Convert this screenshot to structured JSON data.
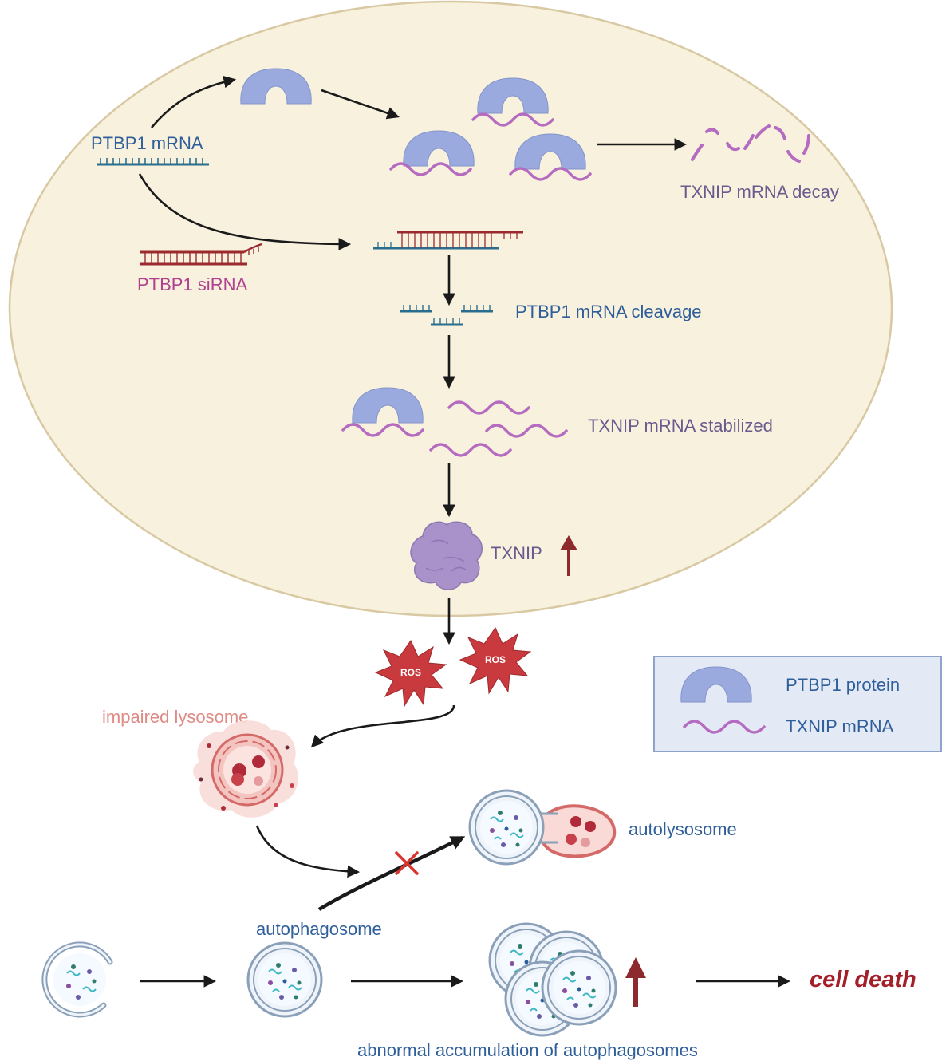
{
  "labels": {
    "ptbp1_mrna": "PTBP1 mRNA",
    "ptbp1_sirna": "PTBP1 siRNA",
    "txnip_decay": "TXNIP mRNA decay",
    "cleavage": "PTBP1 mRNA cleavage",
    "stabilized": "TXNIP mRNA stabilized",
    "txnip": "TXNIP",
    "ros": "ROS",
    "impaired_lysosome": "impaired lysosome",
    "autolysosome": "autolysosome",
    "autophagosome": "autophagosome",
    "cell_death": "cell death",
    "abnormal_accumulation": "abnormal accumulation of autophagosomes"
  },
  "legend": {
    "protein": "PTBP1 protein",
    "mrna": "TXNIP mRNA"
  },
  "colors": {
    "cell_fill": "#f8f1de",
    "cell_border": "#d9c9a3",
    "protein": "#9aaade",
    "mrna": "#b56cc0",
    "ptbp1_strand": "#2a6e8f",
    "sirna_strand": "#9b2a2e",
    "upregulation": "#8c2a2e",
    "ros": "#c83a3d",
    "inhibition": "#d9352e"
  },
  "icons": [
    "ptbp1-protein-icon",
    "txnip-mrna-icon",
    "txnip-protein-icon",
    "ros-burst-icon",
    "lysosome-icon",
    "autophagosome-icon",
    "autolysosome-icon",
    "up-arrow-icon",
    "inhibition-x-icon"
  ]
}
